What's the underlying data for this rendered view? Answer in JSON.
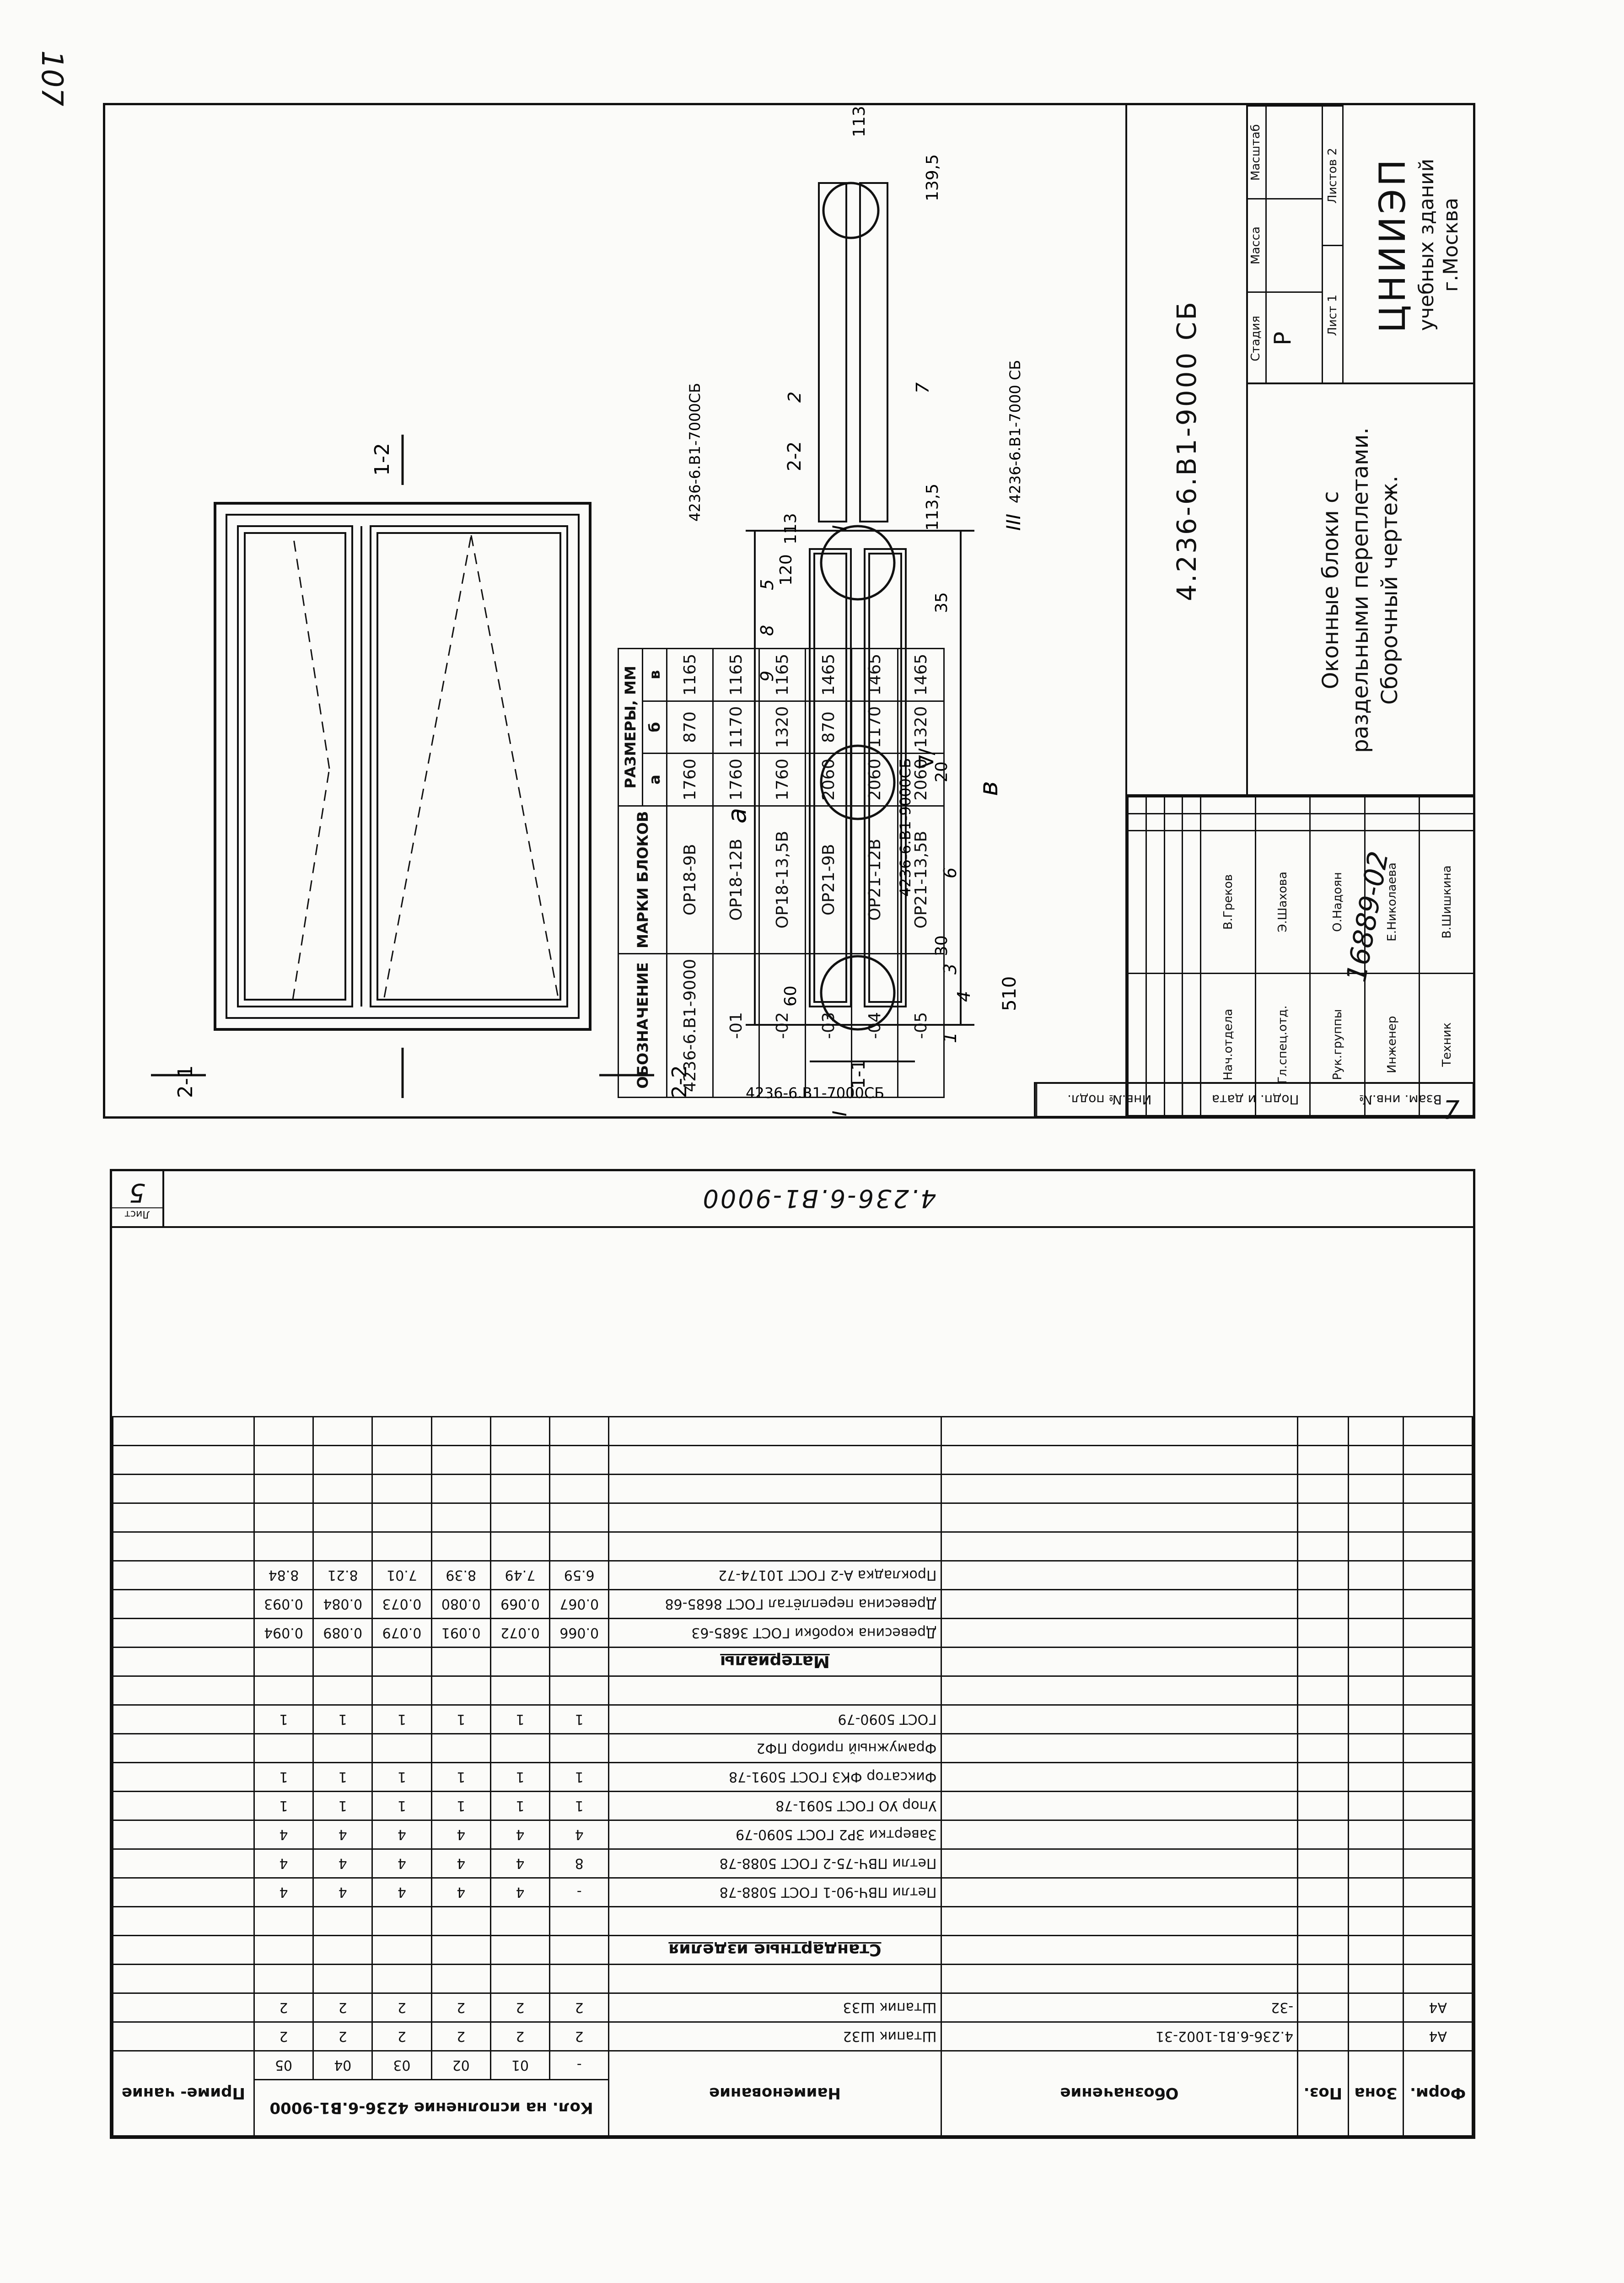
{
  "corner_note": "107",
  "upper": {
    "sections": {
      "s11": "1-1",
      "s22": "2-2",
      "s12": "1-2",
      "s21": "2-1",
      "cut_a": "I",
      "cut_b": "I",
      "cut_c": "III"
    },
    "dims": {
      "d510": "510",
      "d30": "30",
      "d20": "20",
      "d35": "35",
      "d113": "113",
      "d120": "120",
      "d60": "60",
      "d1135": "113,5",
      "d1395": "139,5",
      "d113b": "113",
      "letter_a": "а",
      "letter_b": "в",
      "grad": "∇/"
    },
    "refs": {
      "r1": "4236-6.В1-7000СБ",
      "r2": "4236-6.В1-7000СБ",
      "r3": "4236-6.В1-9000СБ",
      "r4": "4236-6.В1-7000 СБ"
    },
    "callouts": [
      "1",
      "2",
      "3",
      "4",
      "5",
      "6",
      "7",
      "8",
      "9"
    ],
    "size_table": {
      "h_designation": "ОБОЗНАЧЕНИЕ",
      "h_mark": "МАРКИ БЛОКОВ",
      "h_sizes": "РАЗМЕРЫ, ММ",
      "h_a": "а",
      "h_b": "б",
      "h_v": "в",
      "rows": [
        {
          "d": "4236-6.В1-9000",
          "m": "ОР18-9В",
          "a": "1760",
          "b": "870",
          "v": "1165"
        },
        {
          "d": "-01",
          "m": "ОР18-12В",
          "a": "1760",
          "b": "1170",
          "v": "1165"
        },
        {
          "d": "-02",
          "m": "ОР18-13,5В",
          "a": "1760",
          "b": "1320",
          "v": "1165"
        },
        {
          "d": "-03",
          "m": "ОР21-9В",
          "a": "2060",
          "b": "870",
          "v": "1465"
        },
        {
          "d": "-04",
          "m": "ОР21-12В",
          "a": "2060",
          "b": "1170",
          "v": "1465"
        },
        {
          "d": "-05",
          "m": "ОР21-13,5В",
          "a": "2060",
          "b": "1320",
          "v": "1465"
        }
      ]
    },
    "title_block": {
      "code": "4.236-6.В1-9000 СБ",
      "name1": "Оконные блоки с",
      "name2": "раздельными переплетами.",
      "name3": "Сборочный чертеж.",
      "stage_lbl": "Стадия",
      "mass_lbl": "Масса",
      "scale_lbl": "Масштаб",
      "stage": "Р",
      "sheet_lbl": "Лист 1",
      "sheets_lbl": "Листов 2",
      "org1": "ЦНИИЭП",
      "org2": "учебных зданий",
      "org3": "г.Москва",
      "people": [
        {
          "role": "Нач.отдела",
          "name": "В.Греков"
        },
        {
          "role": "Гл.спец.отд.",
          "name": "Э.Шахова"
        },
        {
          "role": "Рук.группы",
          "name": "О.Надоян"
        },
        {
          "role": "Инженер",
          "name": "Е.Николаева"
        },
        {
          "role": "Техник",
          "name": "В.Шишкина"
        }
      ]
    },
    "filing": [
      "Инв.№ подл.",
      "Подп. и дата",
      "Взам. инв.№"
    ],
    "ref_number": "16889-02",
    "seven": "7"
  },
  "spec": {
    "headers": {
      "format": "Форм.",
      "zone": "Зона",
      "pos": "Поз.",
      "designation": "Обозначение",
      "name": "Наименование",
      "qty": "Кол. на исполнение 4236-6.В1-9000",
      "note": "Приме- чание",
      "variants": [
        "-",
        "01",
        "02",
        "03",
        "04",
        "05"
      ]
    },
    "rows": [
      {
        "f": "А4",
        "z": "",
        "p": "",
        "d": "4.236-6.В1-1002-31",
        "n": "Штапик Ш32",
        "q": [
          "2",
          "2",
          "2",
          "2",
          "2",
          "2"
        ]
      },
      {
        "f": "А4",
        "z": "",
        "p": "",
        "d": "-32",
        "n": "Штапик Ш33",
        "q": [
          "2",
          "2",
          "2",
          "2",
          "2",
          "2"
        ]
      },
      {
        "f": "",
        "z": "",
        "p": "",
        "d": "",
        "n": "",
        "q": [
          "",
          "",
          "",
          "",
          "",
          ""
        ]
      },
      {
        "sec": "Стандартные изделия"
      },
      {
        "f": "",
        "z": "",
        "p": "",
        "d": "",
        "n": "",
        "q": [
          "",
          "",
          "",
          "",
          "",
          ""
        ]
      },
      {
        "f": "",
        "z": "",
        "p": "",
        "d": "",
        "n": "Петли ПВЧ-90-1 ГОСТ 5088-78",
        "q": [
          "-",
          "4",
          "4",
          "4",
          "4",
          "4"
        ]
      },
      {
        "f": "",
        "z": "",
        "p": "",
        "d": "",
        "n": "Петли ПВЧ-75-2 ГОСТ 5088-78",
        "q": [
          "8",
          "4",
          "4",
          "4",
          "4",
          "4"
        ]
      },
      {
        "f": "",
        "z": "",
        "p": "",
        "d": "",
        "n": "Завертки ЗР2 ГОСТ 5090-79",
        "q": [
          "4",
          "4",
          "4",
          "4",
          "4",
          "4"
        ]
      },
      {
        "f": "",
        "z": "",
        "p": "",
        "d": "",
        "n": "Упор УО ГОСТ 5091-78",
        "q": [
          "1",
          "1",
          "1",
          "1",
          "1",
          "1"
        ]
      },
      {
        "f": "",
        "z": "",
        "p": "",
        "d": "",
        "n": "Фиксатор ФК3 ГОСТ 5091-78",
        "q": [
          "1",
          "1",
          "1",
          "1",
          "1",
          "1"
        ]
      },
      {
        "f": "",
        "z": "",
        "p": "",
        "d": "",
        "n": "Фрамужный прибор ПФ2",
        "q": [
          "",
          "",
          "",
          "",
          "",
          ""
        ]
      },
      {
        "f": "",
        "z": "",
        "p": "",
        "d": "",
        "n": "ГОСТ 5090-79",
        "q": [
          "1",
          "1",
          "1",
          "1",
          "1",
          "1"
        ]
      },
      {
        "f": "",
        "z": "",
        "p": "",
        "d": "",
        "n": "",
        "q": [
          "",
          "",
          "",
          "",
          "",
          ""
        ]
      },
      {
        "sec": "Материалы"
      },
      {
        "f": "",
        "z": "",
        "p": "",
        "d": "",
        "n": "Древесина коробки ГОСТ 3685-63",
        "q": [
          "0.066",
          "0.072",
          "0.091",
          "0.079",
          "0.089",
          "0.094"
        ]
      },
      {
        "f": "",
        "z": "",
        "p": "",
        "d": "",
        "n": "Древесина переплётал ГОСТ 8685-68",
        "q": [
          "0.067",
          "0.069",
          "0.080",
          "0.073",
          "0.084",
          "0.093"
        ]
      },
      {
        "f": "",
        "z": "",
        "p": "",
        "d": "",
        "n": "Прокладка А-2 ГОСТ 10174-72",
        "q": [
          "6.59",
          "7.49",
          "8.39",
          "7.01",
          "8.21",
          "8.84"
        ]
      },
      {
        "f": "",
        "z": "",
        "p": "",
        "d": "",
        "n": "",
        "q": [
          "",
          "",
          "",
          "",
          "",
          ""
        ]
      },
      {
        "f": "",
        "z": "",
        "p": "",
        "d": "",
        "n": "",
        "q": [
          "",
          "",
          "",
          "",
          "",
          ""
        ]
      },
      {
        "f": "",
        "z": "",
        "p": "",
        "d": "",
        "n": "",
        "q": [
          "",
          "",
          "",
          "",
          "",
          ""
        ]
      },
      {
        "f": "",
        "z": "",
        "p": "",
        "d": "",
        "n": "",
        "q": [
          "",
          "",
          "",
          "",
          "",
          ""
        ]
      },
      {
        "f": "",
        "z": "",
        "p": "",
        "d": "",
        "n": "",
        "q": [
          "",
          "",
          "",
          "",
          "",
          ""
        ]
      }
    ],
    "footer_code": "4.236-6.В1-9000",
    "sheet_label": "Лист",
    "sheet_num": "5"
  }
}
